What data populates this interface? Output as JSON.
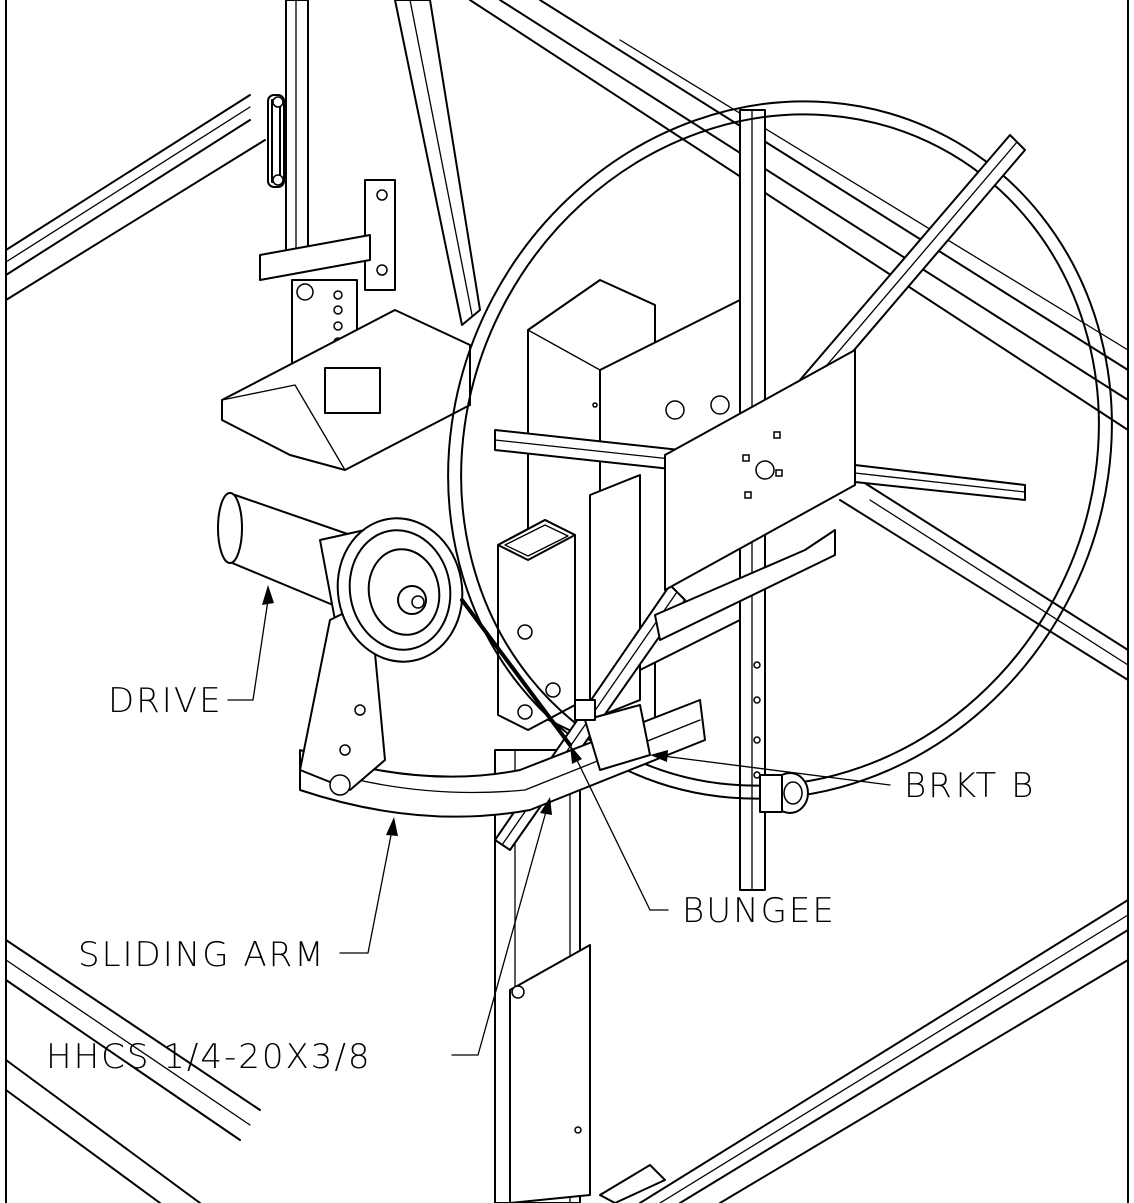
{
  "callouts": {
    "drive": "DRIVE",
    "brkt_b": "BRKT B",
    "bungee": "BUNGEE",
    "sliding_arm": "SLIDING ARM",
    "hhcs": "HHCS 1/4-20X3/8"
  }
}
